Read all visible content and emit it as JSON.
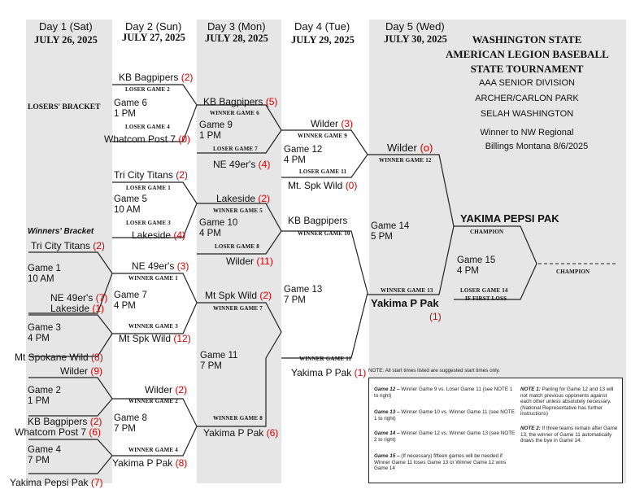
{
  "days": [
    {
      "day": "Day 1 (Sat)",
      "date": "JULY 26, 2025"
    },
    {
      "day": "Day 2 (Sun)",
      "date": "JULY 27, 2025"
    },
    {
      "day": "Day 3 (Mon)",
      "date": "JULY 28, 2025"
    },
    {
      "day": "Day 4 (Tue)",
      "date": "JULY 29, 2025"
    },
    {
      "day": "Day 5 (Wed)",
      "date": "JULY 30, 2025"
    }
  ],
  "header": {
    "title1": "WASHINGTON STATE",
    "title2": "AMERICAN LEGION BASEBALL",
    "title3": "STATE TOURNAMENT",
    "division": "AAA SENIOR DIVISION",
    "park": "ARCHER/CARLON PARK",
    "city": "SELAH WASHINGTON",
    "winner_to": "Winner to NW Regional",
    "regional": "Billings Montana 8/6/2025"
  },
  "brackets": {
    "losers": "LOSERS' BRACKET",
    "winners": "Winners' Bracket"
  },
  "teams": [
    {
      "name": "KB Bagpipers",
      "seed": "(2)"
    },
    {
      "name": "Whatcom Post 7",
      "seed": "(0)"
    },
    {
      "name": "Tri City Titans",
      "seed": "(2)"
    },
    {
      "name": "Lakeside",
      "seed": "(4)"
    },
    {
      "name": "KB Bagpipers",
      "seed": "(5)"
    },
    {
      "name": "NE 49er's",
      "seed": "(4)"
    },
    {
      "name": "Lakeside",
      "seed": "(2)"
    },
    {
      "name": "Wilder",
      "seed": "(11)"
    },
    {
      "name": "Wilder",
      "seed": "(3)"
    },
    {
      "name": "Mt. Spk Wild",
      "seed": "(0)"
    },
    {
      "name": "KB Bagpipers",
      "seed": ""
    },
    {
      "name": "Wilder",
      "seed": "(o)"
    },
    {
      "name": "Tri City Titans",
      "seed": "(2)"
    },
    {
      "name": "NE 49er's",
      "seed": "(7)"
    },
    {
      "name": "Lakeside",
      "seed": "(1)"
    },
    {
      "name": "Mt Spokane Wild",
      "seed": "(8)"
    },
    {
      "name": "Wilder",
      "seed": "(9)"
    },
    {
      "name": "KB Bagpipers",
      "seed": "(2)"
    },
    {
      "name": "Whatcom Post 7",
      "seed": "(6)"
    },
    {
      "name": "Yakima Pepsi Pak",
      "seed": "(7)"
    },
    {
      "name": "NE 49er's",
      "seed": "(3)"
    },
    {
      "name": "Mt Spk Wild",
      "seed": "(12)"
    },
    {
      "name": "Wilder",
      "seed": "(2)"
    },
    {
      "name": "Yakima P Pak",
      "seed": "(8)"
    },
    {
      "name": "Mt Spk Wild",
      "seed": "(2)"
    },
    {
      "name": "Yakima P Pak",
      "seed": "(6)"
    },
    {
      "name": "Yakima P Pak",
      "seed": "(1)"
    },
    {
      "name": "Yakima P Pak",
      "seed": "(1)"
    }
  ],
  "games": [
    "Game 6\n1 PM",
    "Game 5\n10 AM",
    "Game 9\n1 PM",
    "Game 10\n4 PM",
    "Game 12\n4 PM",
    "Game 14\n5 PM",
    "Game 1\n10 AM",
    "Game 3\n4 PM",
    "Game 2\n1 PM",
    "Game 4\n7 PM",
    "Game 7\n4 PM",
    "Game 8\n7 PM",
    "Game 13\n7 PM",
    "Game 11\n7 PM",
    "Game 15\n4 PM"
  ],
  "labels": [
    "LOSER GAME 2",
    "LOSER GAME 4",
    "LOSER GAME 1",
    "LOSER GAME 3",
    "WINNER GAME 6",
    "LOSER GAME 7",
    "WINNER GAME 5",
    "LOSER GAME 8",
    "WINNER GAME 9",
    "LOSER GAME 11",
    "WINNER GAME 10",
    "WINNER GAME 12",
    "WINNER GAME 1",
    "WINNER GAME 3",
    "WINNER GAME 2",
    "WINNER GAME 4",
    "WINNER GAME 7",
    "WINNER GAME 8",
    "WINNER GAME 11",
    "WINNER GAME 13",
    "CHAMPION",
    "LOSER GAME 14",
    "IF FIRST LOSS",
    "CHAMPION"
  ],
  "champion_team": "YAKIMA PEPSI PAK",
  "start_note": "NOTE: All start times listed are suggested start times only.",
  "notes": {
    "g12_label": "Game 12 –",
    "g12_text": "Winner Game 9 vs. Loser Game 11 (see NOTE 1 to right)",
    "g13_label": "Game 13 –",
    "g13_text": "Winner Game 10 vs. Winner Game 11 (see NOTE 1 to right)",
    "g14_label": "Game 14 –",
    "g14_text": "Winner Game 12 vs. Winner Game 13 (see NOTE 2 to right)",
    "g15_label": "Game 15 –",
    "g15_text": "(If necessary) fifteen games will be needed if Winner Game 11 loses Game 13 or Winner Game 12 wins Game 14",
    "n1_label": "NOTE 1:",
    "n1_text": "Pairing for Game 12 and 13 will not match previous opponents against each other unless absolutely necessary. (National Representative has further instructions)",
    "n2_label": "NOTE 2:",
    "n2_text": "If three teams remain after Game 13, the winner of Game 11 automatically draws the bye in Game 14."
  }
}
